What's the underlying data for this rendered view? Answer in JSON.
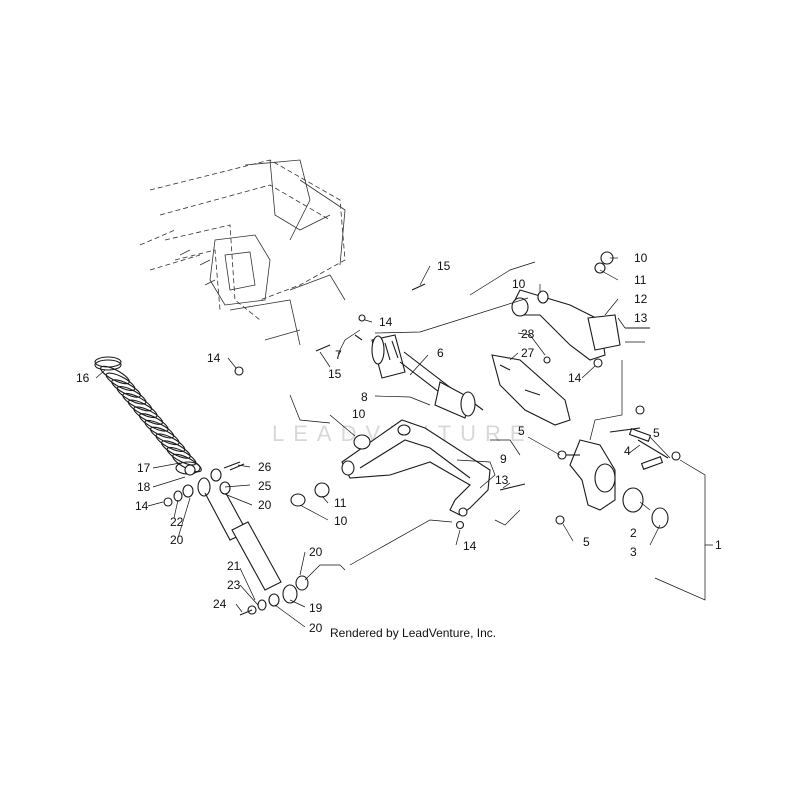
{
  "callouts": {
    "c1": "1",
    "c2": "2",
    "c3": "3",
    "c4": "4",
    "c5a": "5",
    "c5b": "5",
    "c5c": "5",
    "c6": "6",
    "c7": "7",
    "c8": "8",
    "c9": "9",
    "c10a": "10",
    "c10b": "10",
    "c10c": "10",
    "c10d": "10",
    "c11a": "11",
    "c11b": "11",
    "c12": "12",
    "c13a": "13",
    "c13b": "13",
    "c14a": "14",
    "c14b": "14",
    "c14c": "14",
    "c14d": "14",
    "c14e": "14",
    "c15a": "15",
    "c15b": "15",
    "c16": "16",
    "c17": "17",
    "c18": "18",
    "c19": "19",
    "c20a": "20",
    "c20b": "20",
    "c20c": "20",
    "c20d": "20",
    "c21": "21",
    "c22": "22",
    "c23": "23",
    "c24": "24",
    "c25": "25",
    "c26": "26",
    "c27": "27",
    "c28": "28"
  },
  "watermark": "LEADVENTURE",
  "credit": "Rendered by LeadVenture, Inc."
}
